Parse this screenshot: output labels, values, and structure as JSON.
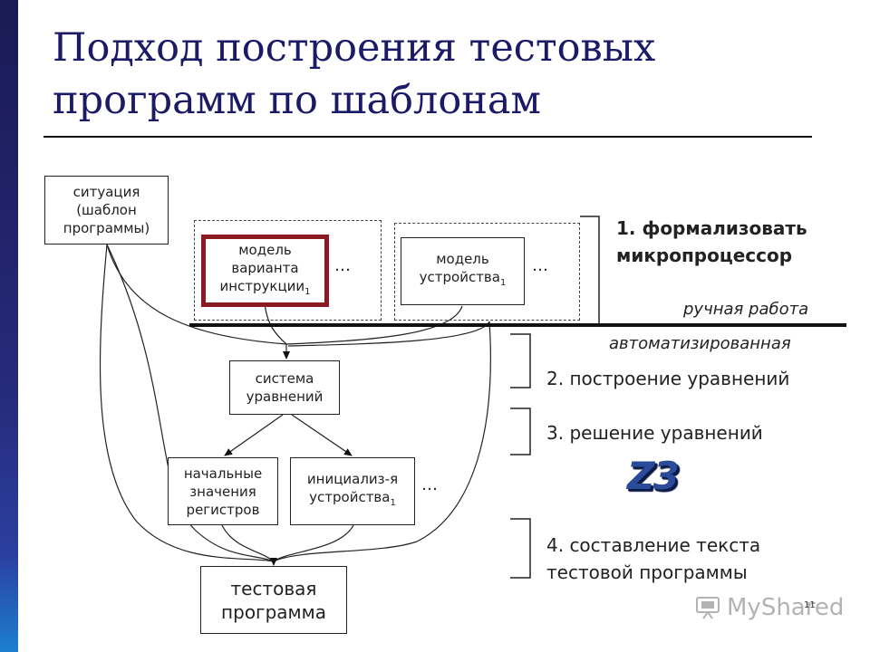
{
  "slide": {
    "title_line1": "Подход построения тестовых",
    "title_line2": "программ по шаблонам",
    "page_number": "11"
  },
  "diagram": {
    "situation": [
      "ситуация",
      "(шаблон",
      "программы)"
    ],
    "instr_model": [
      "модель",
      "варианта",
      "инструкции"
    ],
    "instr_model_sub": "1",
    "device_model": [
      "модель",
      "устройства"
    ],
    "device_model_sub": "1",
    "ellipsis": "…",
    "equations": [
      "система",
      "уравнений"
    ],
    "registers": [
      "начальные",
      "значения",
      "регистров"
    ],
    "device_init": [
      "инициализ-я",
      "устройства"
    ],
    "device_init_sub": "1",
    "test_program": [
      "тестовая",
      "программа"
    ]
  },
  "steps": {
    "step1": [
      "1. формализовать",
      "микропроцессор"
    ],
    "manual_label": "ручная работа",
    "auto_label": "автоматизированная",
    "step2": "2. построение уравнений",
    "step3": "3. решение уравнений",
    "step4": [
      "4. составление текста",
      "тестовой программы"
    ]
  },
  "logos": {
    "solver": "Z3",
    "watermark": "MyShared",
    "watermark_icon": "projector-icon"
  },
  "colors": {
    "title": "#1a1a66",
    "highlight_border": "#8b1a22",
    "sidebar_top": "#1a1a55",
    "sidebar_bottom": "#1c7fd0",
    "z3": "#2a4b9a"
  }
}
